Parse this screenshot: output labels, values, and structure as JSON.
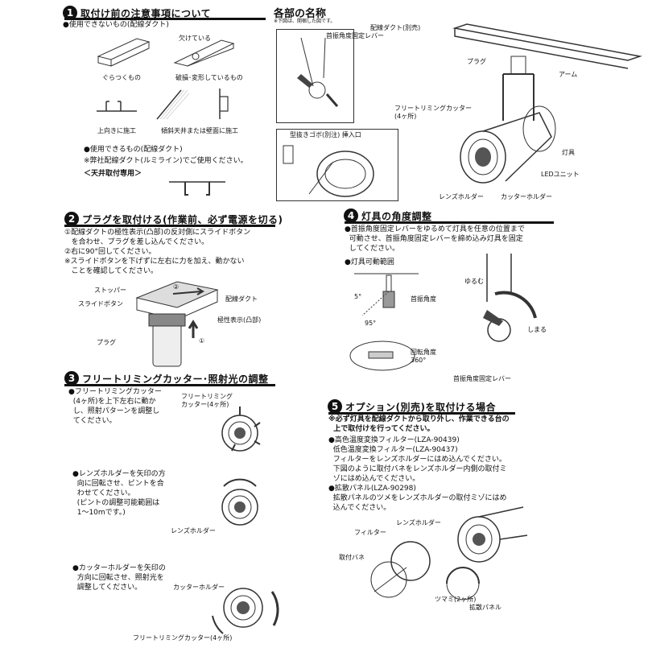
{
  "sections": {
    "s1": {
      "num": "1",
      "title": "取付け前の注意事項について"
    },
    "s2": {
      "num": "2",
      "title": "プラグを取付ける(作業前、必ず電源を切る)"
    },
    "s3": {
      "num": "3",
      "title": "フリートリミングカッター･照射光の調整"
    },
    "s4": {
      "num": "4",
      "title": "灯具の角度調整"
    },
    "s5": {
      "num": "5",
      "title": "オプション(別売)を取付ける場合"
    }
  },
  "parts": {
    "title": "各部の名称",
    "note": "※下図は、開梱した図です。",
    "duct": "配線ダクト(別売)",
    "plug": "プラグ",
    "arm": "アーム",
    "lever": "首振角度固定レバー",
    "cutter": "フリートリミングカッター\n(4ヶ所)",
    "gobo": "型抜きゴボ(別注) 挿入口",
    "fixture": "灯具",
    "led": "LEDユニット",
    "lens_holder": "レンズホルダー",
    "cutter_holder": "カッターホルダー"
  },
  "s1": {
    "unusable": "●使用できないもの(配線ダクト)",
    "chipped": "欠けている",
    "wobbly": "ぐらつくもの",
    "damaged": "破損･変形しているもの",
    "upward": "上向きに施工",
    "slanted": "傾斜天井または壁面に施工",
    "usable": "●使用できるもの(配線ダクト)",
    "usable_note": "※弊社配線ダクト(ルミライン)でご使用ください。",
    "ceiling": "＜天井取付専用＞"
  },
  "s2": {
    "text": "①配線ダクトの極性表示(凸部)の反対側にスライドボタン\n   を合わせ、プラグを差し込んでください。\n②右に90°回してください。\n※スライドボタンを下げずに左右に力を加え、動かない\n   ことを確認してください。",
    "stopper": "ストッパー",
    "slide": "スライドボタン",
    "duct": "配線ダクト",
    "polarity": "極性表示(凸部)",
    "plug": "プラグ",
    "step1": "①",
    "step2": "②"
  },
  "s3": {
    "t1": "●フリートリミングカッター\n  (4ヶ所)を上下左右に動か\n  し、照射パターンを調整し\n  てください。",
    "c1": "フリートリミング\nカッター(4ヶ所)",
    "t2": "●レンズホルダーを矢印の方\n  向に回転させ、ピントを合\n  わせてください。\n  (ピントの調整可能範囲は\n  1～10mです。)",
    "c2": "レンズホルダー",
    "t3": "●カッターホルダーを矢印の\n  方向に回転させ、照射光を\n  調整してください。",
    "c3": "カッターホルダー",
    "c4": "フリートリミングカッター(4ヶ所)"
  },
  "s4": {
    "text": "●首振角度固定レバーをゆるめて灯具を任意の位置まで\n  可動させ、首振角度固定レバーを締め込み灯具を固定\n  してください。",
    "range": "●灯具可動範囲",
    "deg5": "5°",
    "deg95": "95°",
    "swing": "首振角度",
    "rot": "回転角度\n360°",
    "loosen": "ゆるむ",
    "tighten": "しまる",
    "lever": "首振角度固定レバー"
  },
  "s5": {
    "warn": "※必ず灯具を配線ダクトから取り外し、作業できる台の\n  上で取付けを行ってください。",
    "t1": "●高色温度変換フィルター(LZA-90439)\n  低色温度変換フィルター(LZA-90437)\n  フィルターをレンズホルダーにはめ込んでください。\n  下図のように取付バネをレンズホルダー内側の取付ミ\n  ゾにはめ込んでください。",
    "t2": "●拡散パネル(LZA-90298)\n  拡散パネルのツメをレンズホルダーの取付ミゾにはめ\n  込んでください。",
    "lens": "レンズホルダー",
    "filter": "フィルター",
    "spring": "取付バネ",
    "tab": "ツマミ(2ヶ所)",
    "panel": "拡散パネル"
  }
}
